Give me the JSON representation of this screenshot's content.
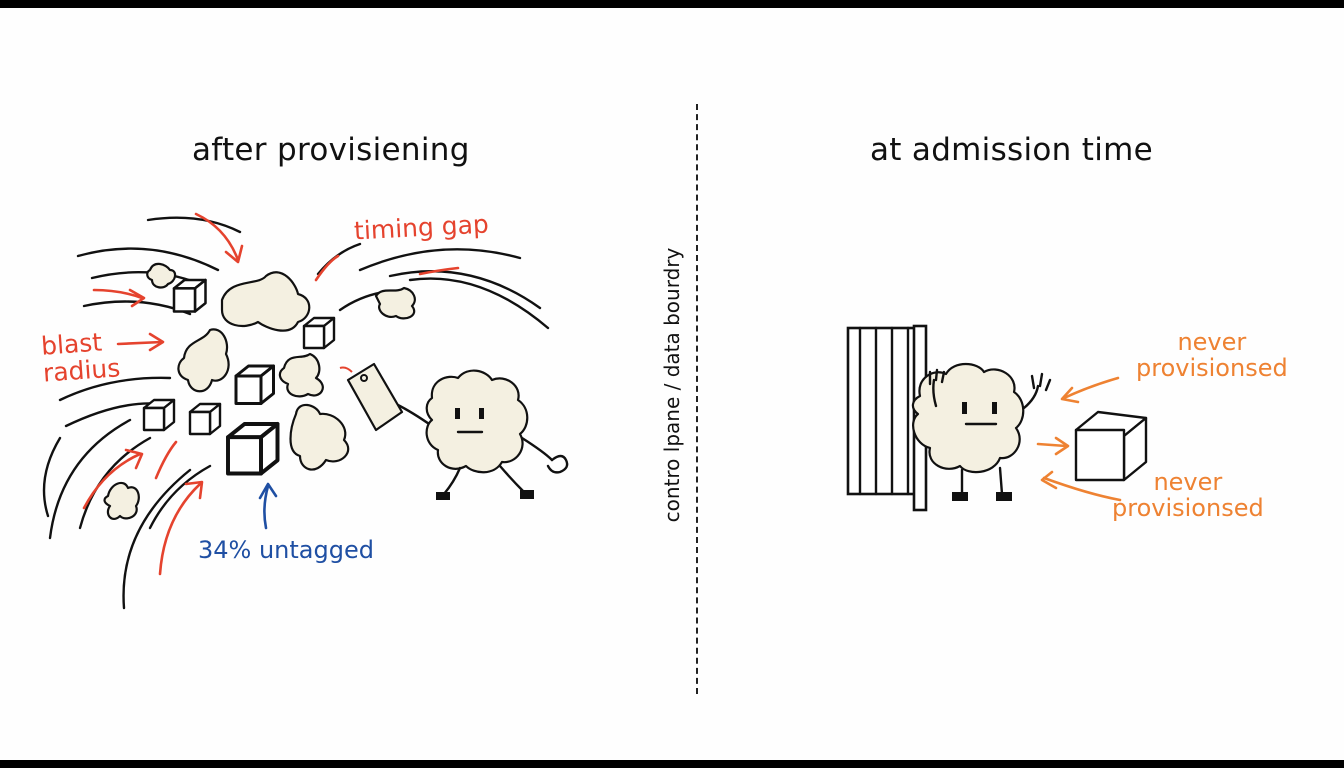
{
  "left_panel": {
    "title": "after provisiening",
    "labels": {
      "timing_gap": "timing gap",
      "blast_radius": "blast\nradius",
      "untagged": "34% untagged"
    }
  },
  "divider": {
    "label": "contro lpane / data bourdry"
  },
  "right_panel": {
    "title": "at admission time",
    "labels": {
      "never_provisioned_top": "never\nprovisionsed",
      "never_provisioned_bottom": "never\nprovisionsed"
    }
  },
  "colors": {
    "annotation_red": "#e5432e",
    "annotation_blue": "#1f4fa3",
    "annotation_orange": "#ee8232",
    "ink": "#111111",
    "creature_fill": "#f4f0e1"
  }
}
